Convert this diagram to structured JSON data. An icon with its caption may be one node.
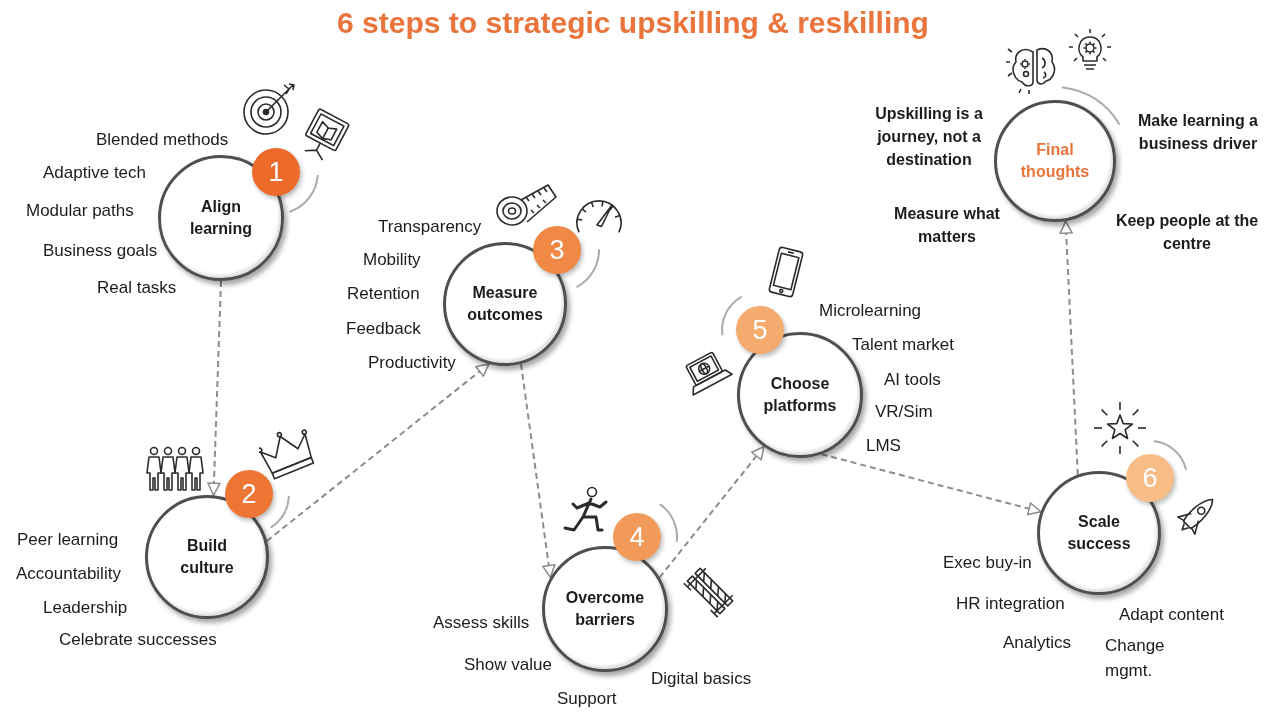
{
  "diagram": {
    "title": "6 steps to strategic upskilling & reskilling",
    "nodes": [
      {
        "text": [
          "Align learning"
        ],
        "beside": [
          "Blended methods",
          "Adaptive tech",
          "Modular paths",
          "Business goals",
          "Real tasks"
        ]
      },
      {
        "text": [
          "1"
        ]
      },
      {
        "text": [
          "Build culture"
        ],
        "beside": [
          "Peer learning",
          "Accountability",
          "Leadership",
          "Celebrate successes"
        ]
      },
      {
        "text": [
          "2"
        ]
      },
      {
        "text": [
          "Measure outcomes"
        ],
        "beside": [
          "Transparency",
          "Mobility",
          "Retention",
          "Feedback",
          "Productivity"
        ]
      },
      {
        "text": [
          "3"
        ]
      },
      {
        "text": [
          "Overcome barriers"
        ],
        "beside": [
          "Assess skills",
          "Show value",
          "Digital basics",
          "Support"
        ]
      },
      {
        "text": [
          "4"
        ]
      },
      {
        "text": [
          "Choose platforms"
        ],
        "beside": [
          "Microlearning",
          "Talent market",
          "AI tools",
          "VR/Sim",
          "LMS"
        ]
      },
      {
        "text": [
          "5"
        ]
      },
      {
        "text": [
          "Scale success"
        ],
        "beside": [
          "Exec buy-in",
          "HR integration",
          "Adapt content",
          "Analytics",
          "Change mgmt."
        ]
      },
      {
        "text": [
          "6"
        ]
      },
      {
        "text": [
          "Final thoughts"
        ],
        "beside": [
          "Upskilling is a journey, not a destination",
          "Make learning a business driver",
          "Measure what matters",
          "Keep people at the centre"
        ]
      }
    ],
    "edges": [
      {
        "from": 0,
        "to": 2,
        "arrow": "to",
        "style": "dashed"
      },
      {
        "from": 2,
        "to": 4,
        "arrow": "to",
        "style": "dashed"
      },
      {
        "from": 4,
        "to": 6,
        "arrow": "to",
        "style": "dashed"
      },
      {
        "from": 6,
        "to": 8,
        "arrow": "to",
        "style": "dashed"
      },
      {
        "from": 8,
        "to": 10,
        "arrow": "to",
        "style": "dashed"
      },
      {
        "from": 10,
        "to": 12,
        "arrow": "to",
        "style": "dashed"
      }
    ]
  }
}
